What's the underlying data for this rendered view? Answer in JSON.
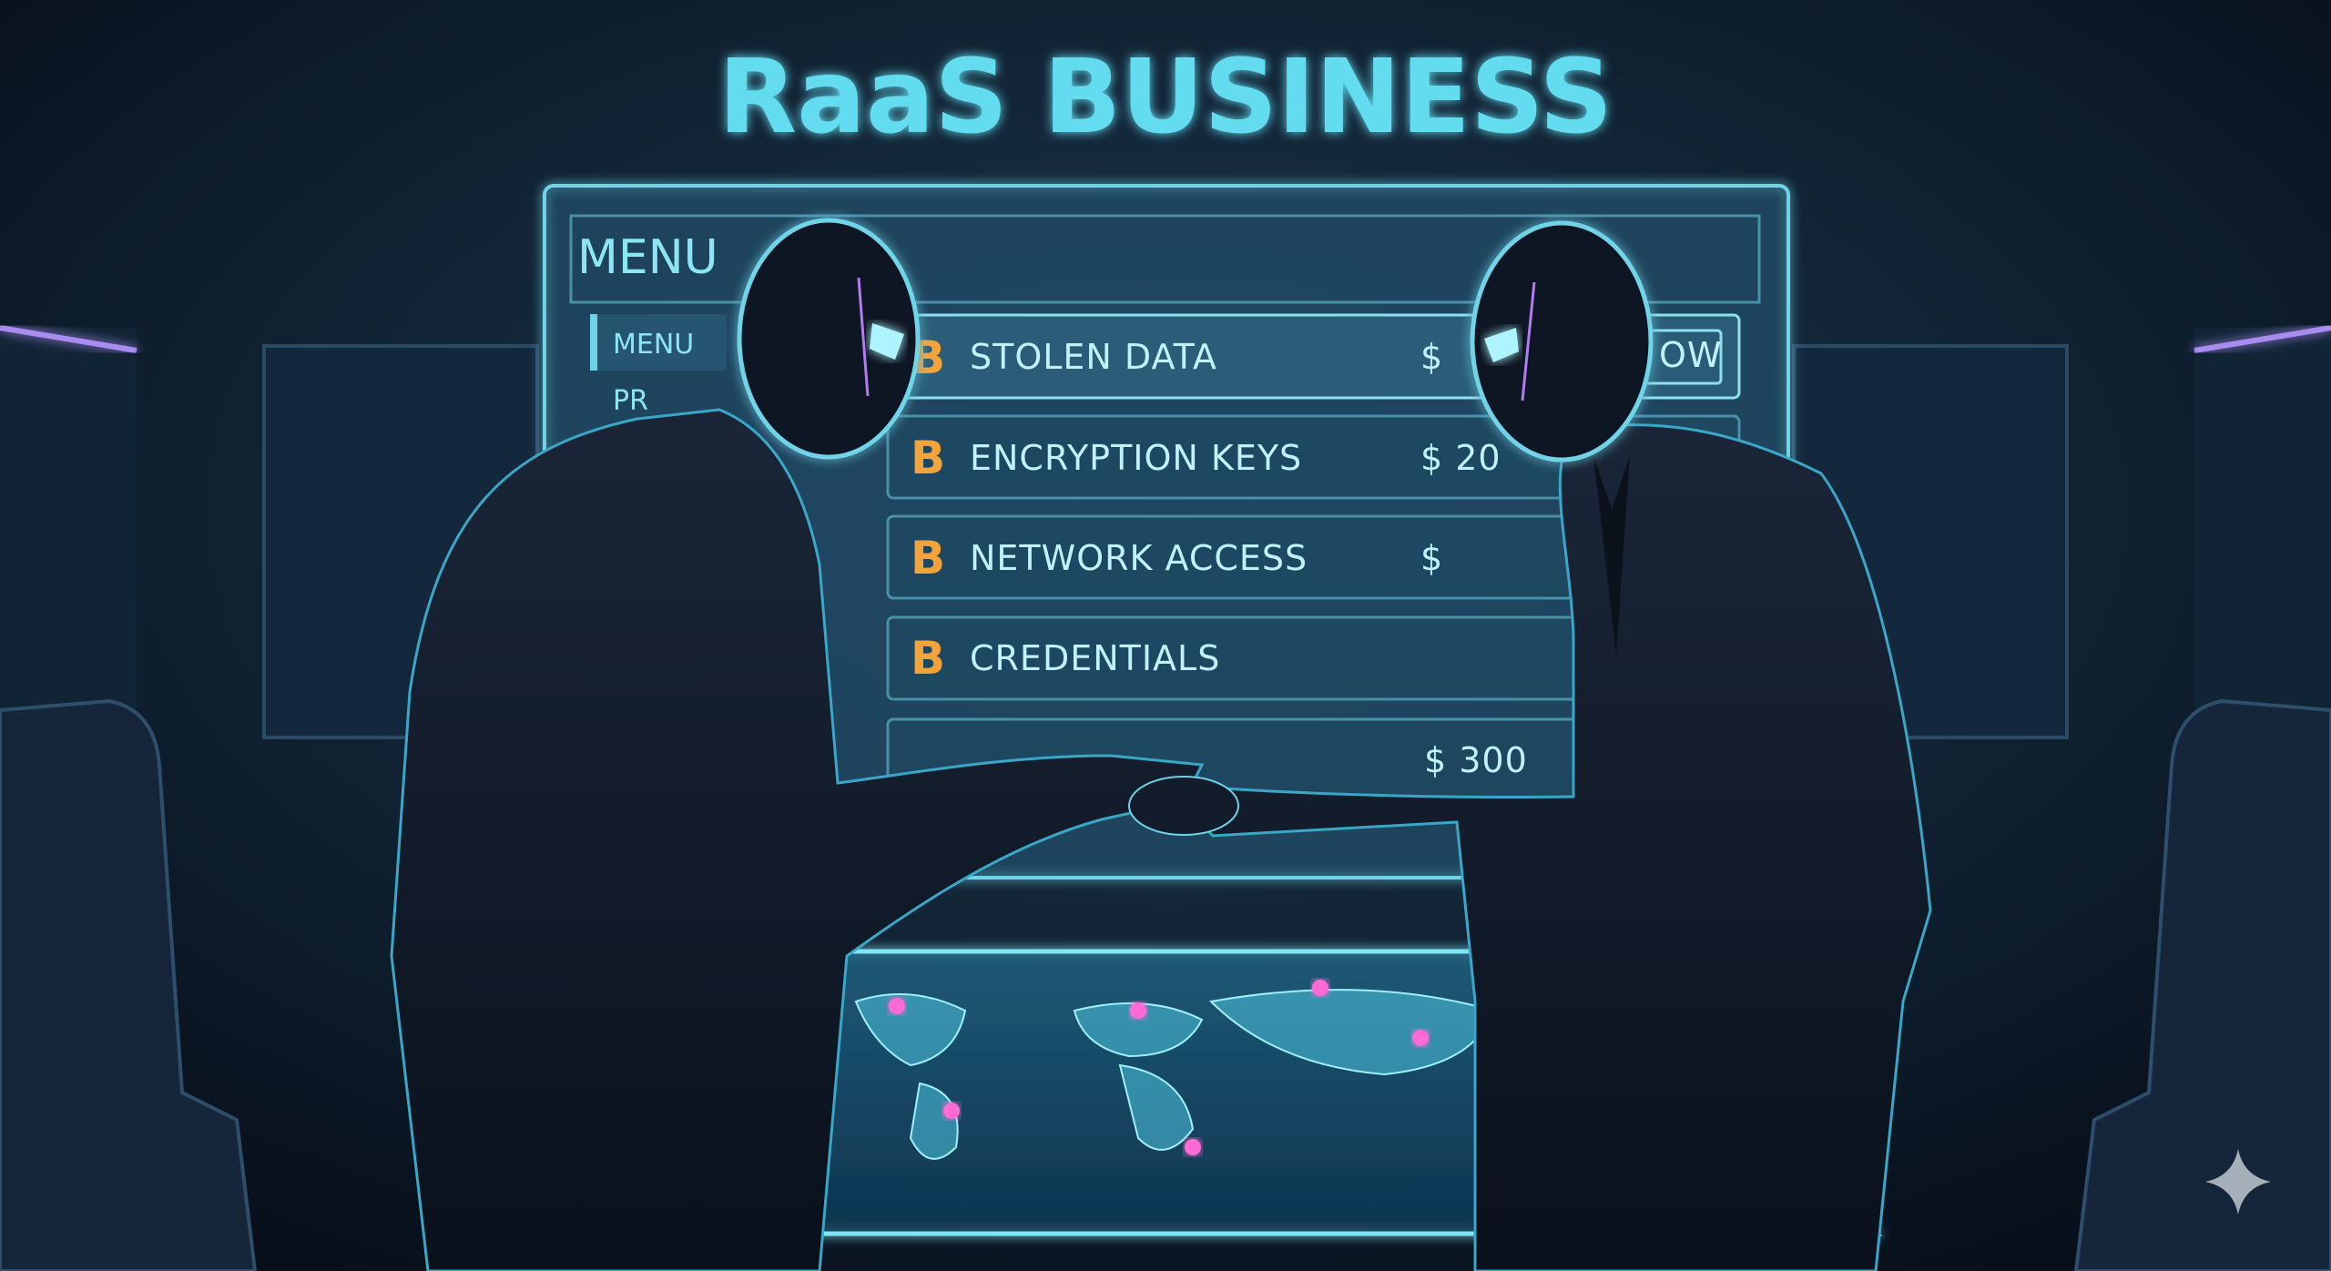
{
  "title": "RaaS BUSINESS",
  "panel": {
    "heading": "MENU",
    "sidebar": [
      "MENU",
      "PR"
    ],
    "button_fragment": "OW",
    "items": [
      {
        "icon": "bitcoin-icon",
        "label": "STOLEN DATA",
        "price": "$"
      },
      {
        "icon": "bitcoin-icon",
        "label": "ENCRYPTION KEYS",
        "price": "$ 20"
      },
      {
        "icon": "bitcoin-icon",
        "label": "NETWORK ACCESS",
        "price": "$"
      },
      {
        "icon": "bitcoin-icon",
        "label": "CREDENTIALS",
        "price": ""
      }
    ],
    "extra_price": "$ 300"
  },
  "colors": {
    "accent": "#63dcef",
    "bitcoin": "#f2a33a",
    "hotspot": "#ff6ad5",
    "background": "#0b1726"
  }
}
